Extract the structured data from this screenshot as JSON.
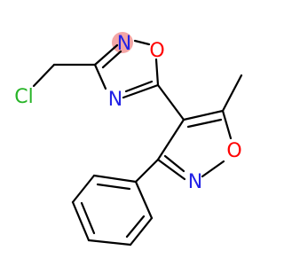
{
  "structure": {
    "colors": {
      "bond": "#000000",
      "nitrogen": "#2323e6",
      "oxygen": "#ff0000",
      "chlorine": "#27b427",
      "highlight": "#f4a6a6"
    },
    "atoms": {
      "cl": "Cl",
      "n_oxadiazole_2": "N",
      "o_oxadiazole": "O",
      "n_oxadiazole_4": "N",
      "n_isoxazole": "N",
      "o_isoxazole": "O"
    }
  }
}
